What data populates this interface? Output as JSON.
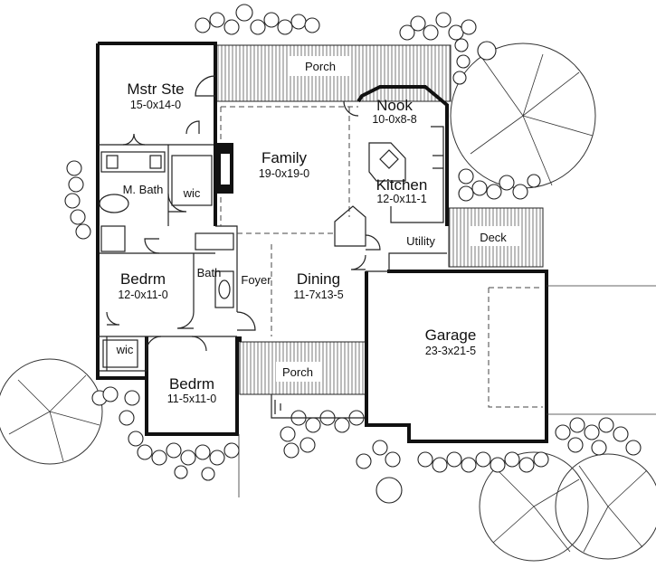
{
  "rooms": {
    "master_suite": {
      "name": "Mstr Ste",
      "dims": "15-0x14-0"
    },
    "family": {
      "name": "Family",
      "dims": "19-0x19-0"
    },
    "nook": {
      "name": "Nook",
      "dims": "10-0x8-8"
    },
    "kitchen": {
      "name": "Kitchen",
      "dims": "12-0x11-1"
    },
    "master_bath": {
      "name": "M. Bath"
    },
    "wic_master": {
      "name": "wic"
    },
    "bath": {
      "name": "Bath"
    },
    "bedroom_1": {
      "name": "Bedrm",
      "dims": "12-0x11-0"
    },
    "wic_bedroom": {
      "name": "wic"
    },
    "bedroom_2": {
      "name": "Bedrm",
      "dims": "11-5x11-0"
    },
    "foyer": {
      "name": "Foyer"
    },
    "dining": {
      "name": "Dining",
      "dims": "11-7x13-5"
    },
    "utility": {
      "name": "Utility"
    },
    "deck": {
      "name": "Deck"
    },
    "garage": {
      "name": "Garage",
      "dims": "23-3x21-5"
    },
    "porch_rear": {
      "name": "Porch"
    },
    "porch_front": {
      "name": "Porch"
    }
  }
}
